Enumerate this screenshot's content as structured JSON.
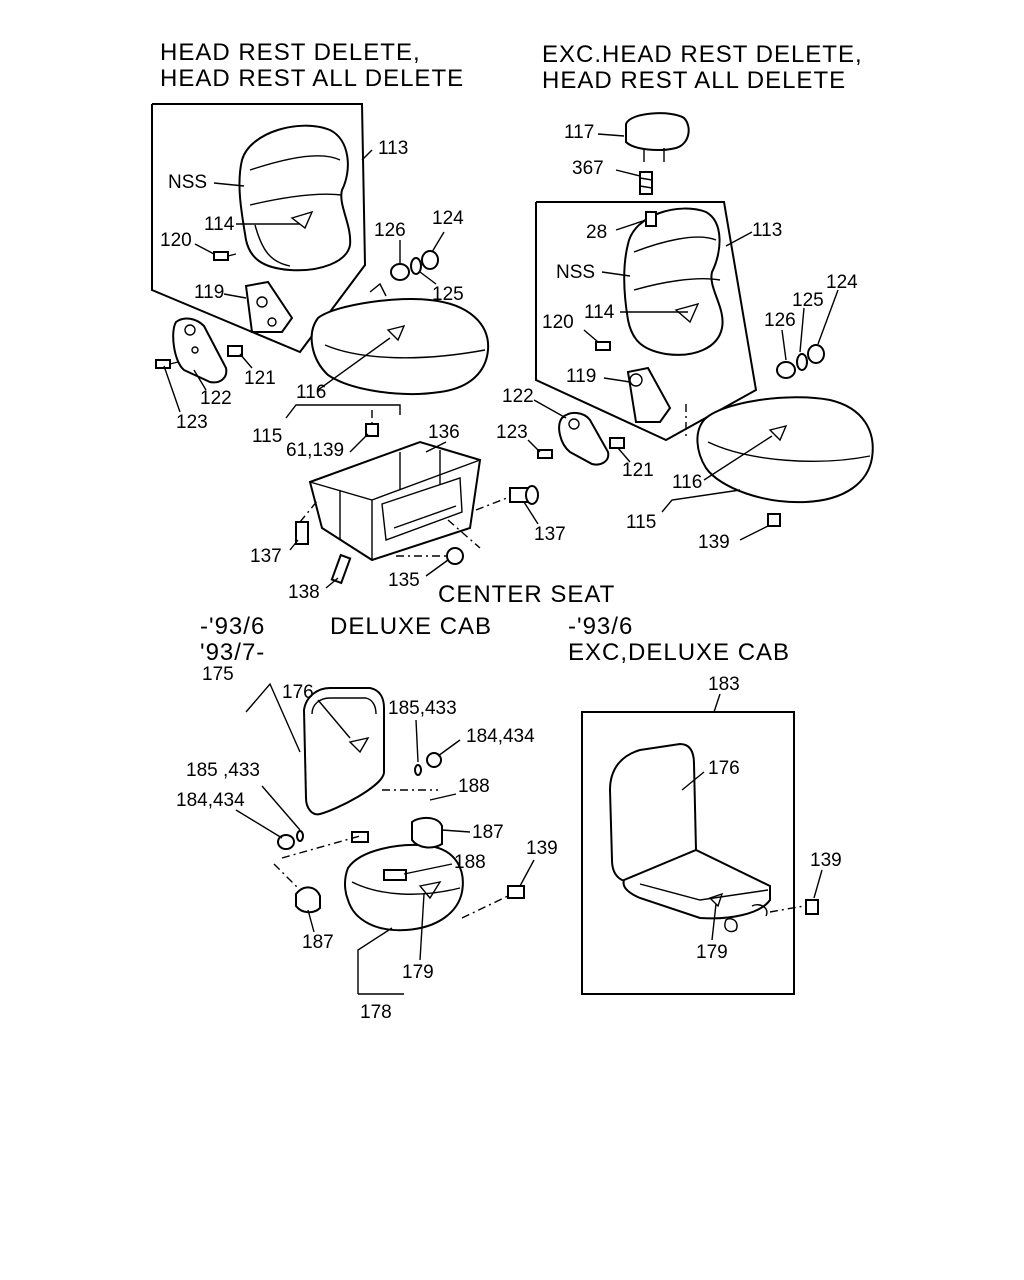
{
  "headings": {
    "top_left_1": "HEAD REST DELETE,",
    "top_left_2": "HEAD REST ALL DELETE",
    "top_right_1": "EXC.HEAD REST DELETE,",
    "top_right_2": "HEAD REST ALL DELETE",
    "center_seat": "CENTER SEAT",
    "mid_left_1": "-'93/6",
    "mid_left_2": "'93/7-",
    "mid_left_cab": "DELUXE CAB",
    "mid_right_1": "-'93/6",
    "mid_right_2": "EXC,DELUXE CAB"
  },
  "callouts": {
    "l113": "113",
    "lNSS": "NSS",
    "l114": "114",
    "l120": "120",
    "l119": "119",
    "l126": "126",
    "l124": "124",
    "l125": "125",
    "l121": "121",
    "l122": "122",
    "l123": "123",
    "l116": "116",
    "l115": "115",
    "l61139": "61,139",
    "l136": "136",
    "l137a": "137",
    "l137b": "137",
    "l138": "138",
    "l135": "135",
    "r117": "117",
    "r367": "367",
    "r28": "28",
    "r113": "113",
    "rNSS": "NSS",
    "r120": "120",
    "r114": "114",
    "r125": "125",
    "r124": "124",
    "r126": "126",
    "r119": "119",
    "r122": "122",
    "r123": "123",
    "r121": "121",
    "r116": "116",
    "r115": "115",
    "r139": "139",
    "c175": "175",
    "c176": "176",
    "c185a": "185,433",
    "c184a": "184,434",
    "c185b": "185 ,433",
    "c184b": "184,434",
    "c188a": "188",
    "c187a": "187",
    "c188b": "188",
    "c139": "139",
    "c187b": "187",
    "c179": "179",
    "c178": "178",
    "d183": "183",
    "d176": "176",
    "d139": "139",
    "d179": "179"
  }
}
